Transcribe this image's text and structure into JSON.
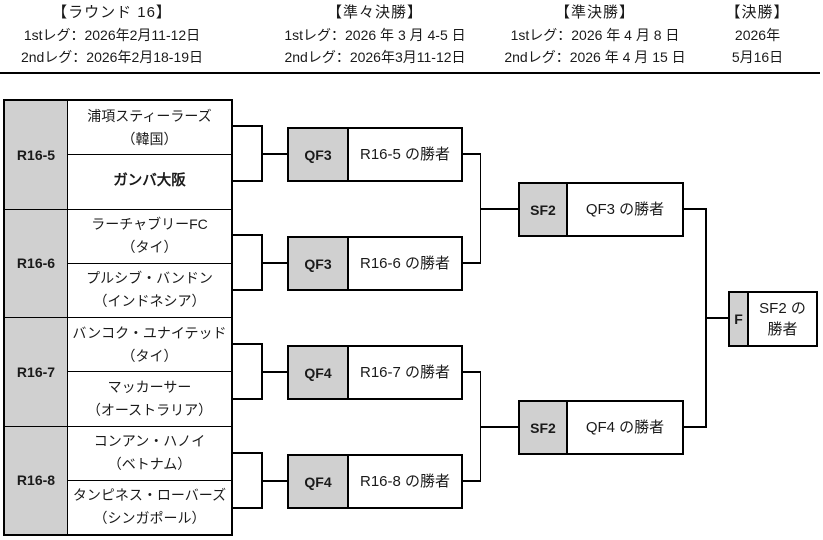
{
  "header": {
    "columns": [
      {
        "title": "【ラウンド 16】",
        "line1": "1stレグ：2026年2月11-12日",
        "line2": "2ndレグ：2026年2月18-19日"
      },
      {
        "title": "【準々決勝】",
        "line1": "1stレグ：2026 年 3 月 4-5 日",
        "line2": "2ndレグ：2026年3月11-12日"
      },
      {
        "title": "【準決勝】",
        "line1": "1stレグ：2026 年 4 月 8 日",
        "line2": "2ndレグ：2026 年 4 月 15 日"
      },
      {
        "title": "【決勝】",
        "line1": "2026年",
        "line2": "5月16日"
      }
    ]
  },
  "round16": [
    {
      "label": "R16-5",
      "team1_name": "浦項スティーラーズ",
      "team1_country": "（韓国）",
      "team2_name": "ガンバ大阪",
      "team2_country": ""
    },
    {
      "label": "R16-6",
      "team1_name": "ラーチャブリーFC",
      "team1_country": "（タイ）",
      "team2_name": "プルシブ・バンドン",
      "team2_country": "（インドネシア）"
    },
    {
      "label": "R16-7",
      "team1_name": "バンコク・ユナイテッド",
      "team1_country": "（タイ）",
      "team2_name": "マッカーサー",
      "team2_country": "（オーストラリア）"
    },
    {
      "label": "R16-8",
      "team1_name": "コンアン・ハノイ",
      "team1_country": "（ベトナム）",
      "team2_name": "タンピネス・ローバーズ",
      "team2_country": "（シンガポール）"
    }
  ],
  "quarterfinals": [
    {
      "label": "QF3",
      "winner_of": "R16-5 の勝者"
    },
    {
      "label": "QF3",
      "winner_of": "R16-6 の勝者"
    },
    {
      "label": "QF4",
      "winner_of": "R16-7 の勝者"
    },
    {
      "label": "QF4",
      "winner_of": "R16-8 の勝者"
    }
  ],
  "semifinals": [
    {
      "label": "SF2",
      "winner_of": "QF3 の勝者"
    },
    {
      "label": "SF2",
      "winner_of": "QF4 の勝者"
    }
  ],
  "final": {
    "label": "F",
    "winner_line1": "SF2 の",
    "winner_line2": "勝者"
  },
  "colors": {
    "box_fill": "#d0d0d0",
    "border": "#000000"
  }
}
